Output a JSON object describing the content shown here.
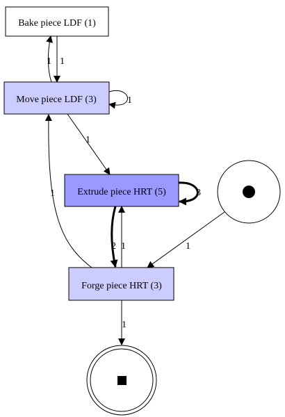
{
  "nodes": {
    "bake": {
      "label": "Bake piece LDF (1)",
      "fill": "#ffffff"
    },
    "move": {
      "label": "Move piece LDF (3)",
      "fill": "#ccccff"
    },
    "extrude": {
      "label": "Extrude piece HRT (5)",
      "fill": "#9999ff"
    },
    "forge": {
      "label": "Forge piece HRT (3)",
      "fill": "#ccccff"
    },
    "start": {
      "symbol": "start-dot"
    },
    "end": {
      "symbol": "end-square"
    }
  },
  "edges": {
    "move_to_bake": "1",
    "bake_to_move": "1",
    "move_self": "1",
    "move_to_extrude": "1",
    "forge_to_move": "1",
    "extrude_self": "3",
    "extrude_to_forge": "2",
    "forge_to_extrude": "1",
    "start_to_forge": "1",
    "forge_to_end": "1"
  }
}
